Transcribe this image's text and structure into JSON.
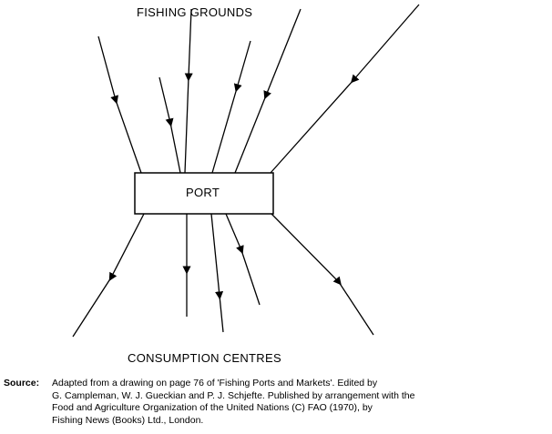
{
  "labels": {
    "top": "FISHING GROUNDS",
    "center": "PORT",
    "bottom": "CONSUMPTION CENTRES"
  },
  "source": {
    "key": "Source:",
    "lines": [
      "Adapted from a drawing on page 76 of 'Fishing Ports and Markets'. Edited by",
      "G. Campleman, W. J. Gueckian and P. J. Schjefte. Published by arrangement with the",
      "Food and Agriculture Organization of the United Nations (C) FAO (1970), by",
      "Fishing News (Books) Ltd., London."
    ]
  }
}
